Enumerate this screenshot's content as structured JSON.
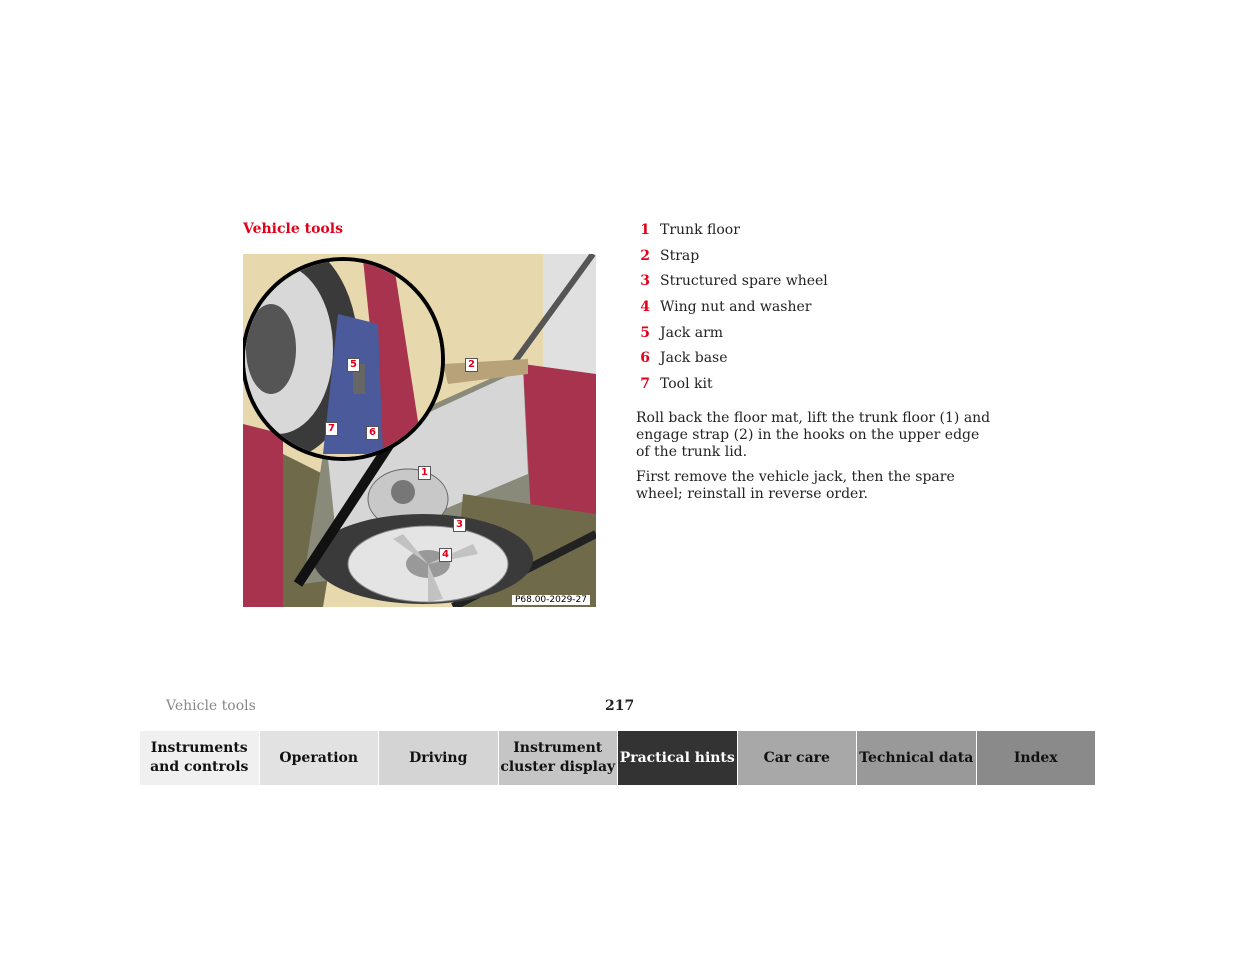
{
  "section_title": "Vehicle tools",
  "figure": {
    "code": "P68.00-2029-27",
    "callouts": [
      "1",
      "2",
      "3",
      "4",
      "5",
      "6",
      "7"
    ]
  },
  "legend": [
    {
      "num": "1",
      "label": "Trunk floor"
    },
    {
      "num": "2",
      "label": "Strap"
    },
    {
      "num": "3",
      "label": "Structured spare wheel"
    },
    {
      "num": "4",
      "label": "Wing nut and washer"
    },
    {
      "num": "5",
      "label": "Jack arm"
    },
    {
      "num": "6",
      "label": "Jack base"
    },
    {
      "num": "7",
      "label": "Tool kit"
    }
  ],
  "paragraphs": [
    "Roll back the floor mat, lift the trunk floor (1) and engage strap (2) in the hooks on the upper edge of the trunk lid.",
    "First remove the vehicle jack, then the spare wheel; reinstall in reverse order."
  ],
  "footer": {
    "section": "Vehicle tools",
    "page": "217"
  },
  "nav": [
    {
      "label": "Instruments and controls"
    },
    {
      "label": "Operation"
    },
    {
      "label": "Driving"
    },
    {
      "label": "Instrument cluster display"
    },
    {
      "label": "Practical hints",
      "active": true
    },
    {
      "label": "Car care"
    },
    {
      "label": "Technical data"
    },
    {
      "label": "Index"
    }
  ],
  "colors": {
    "accent": "#e3001b",
    "active_tab": "#333333",
    "car_paint": "#a8334e"
  }
}
